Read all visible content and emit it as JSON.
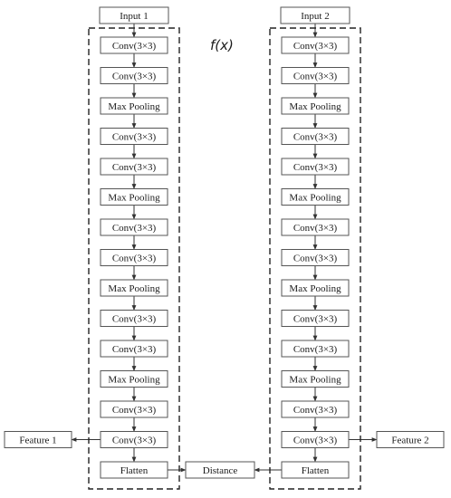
{
  "function_label": "f(x)",
  "branches": [
    {
      "input": "Input 1",
      "layers": [
        "Conv(3×3)",
        "Conv(3×3)",
        "Max Pooling",
        "Conv(3×3)",
        "Conv(3×3)",
        "Max Pooling",
        "Conv(3×3)",
        "Conv(3×3)",
        "Max Pooling",
        "Conv(3×3)",
        "Conv(3×3)",
        "Max Pooling",
        "Conv(3×3)",
        "Conv(3×3)",
        "Flatten"
      ],
      "feature": "Feature 1"
    },
    {
      "input": "Input 2",
      "layers": [
        "Conv(3×3)",
        "Conv(3×3)",
        "Max Pooling",
        "Conv(3×3)",
        "Conv(3×3)",
        "Max Pooling",
        "Conv(3×3)",
        "Conv(3×3)",
        "Max Pooling",
        "Conv(3×3)",
        "Conv(3×3)",
        "Max Pooling",
        "Conv(3×3)",
        "Conv(3×3)",
        "Flatten"
      ],
      "feature": "Feature 2"
    }
  ],
  "distance": "Distance"
}
